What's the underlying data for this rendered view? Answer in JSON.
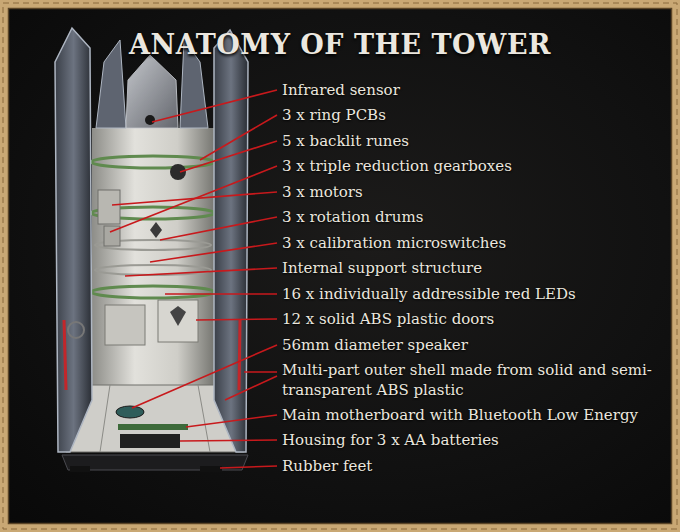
{
  "diagram": {
    "title": "ANATOMY OF THE TOWER",
    "labels": [
      "Infrared sensor",
      "3 x ring PCBs",
      "5 x backlit runes",
      "3 x triple reduction gearboxes",
      "3 x motors",
      "3 x rotation drums",
      "3 x calibration microswitches",
      "Internal support structure",
      "16 x individually addressible red LEDs",
      "12 x solid ABS plastic doors",
      "56mm diameter speaker",
      "Multi-part outer shell made from solid and semi-transparent ABS plastic",
      "Main motherboard with Bluetooth Low Energy",
      "Housing for 3 x AA batteries",
      "Rubber feet"
    ]
  }
}
